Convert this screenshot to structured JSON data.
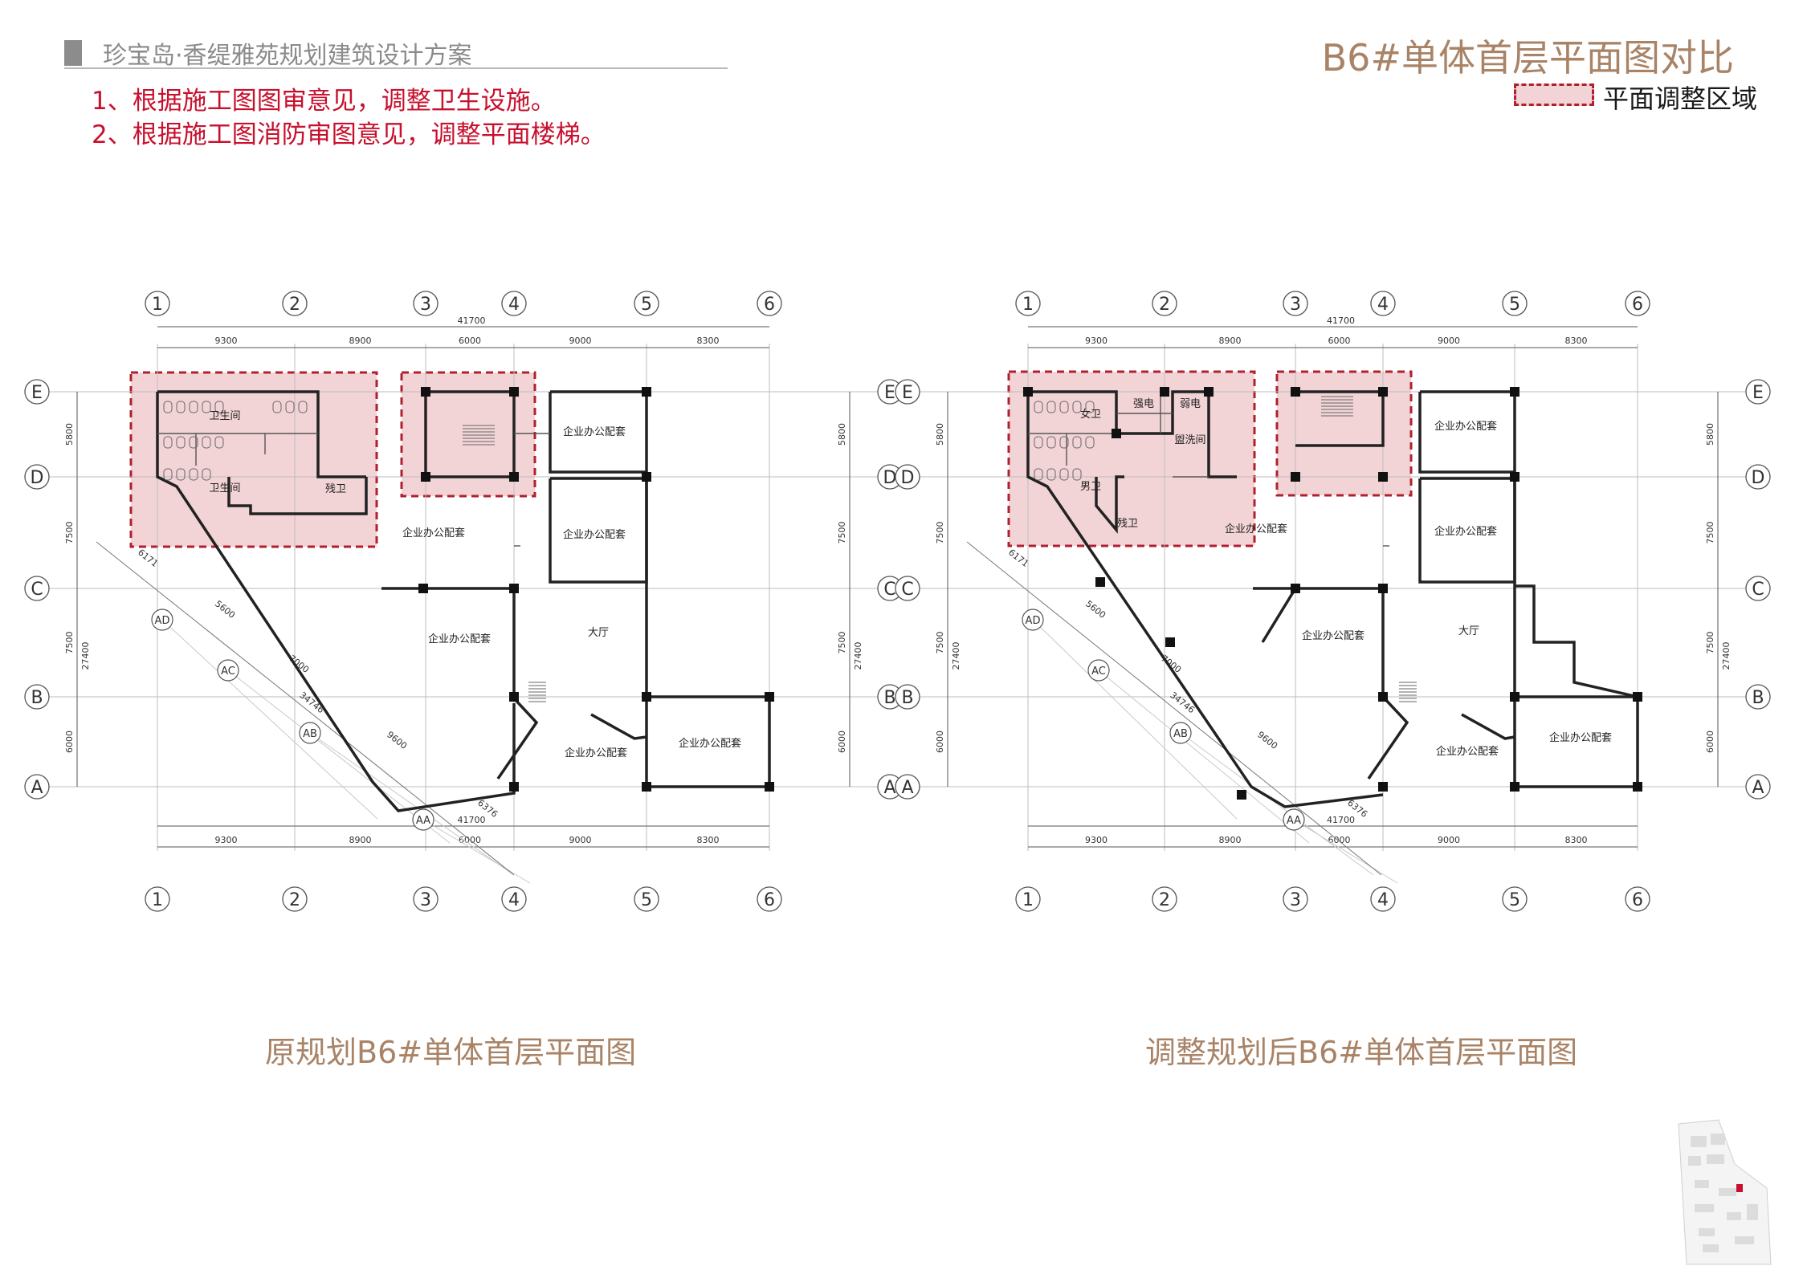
{
  "header": {
    "project_title": "珍宝岛·香缇雅苑规划建筑设计方案",
    "slide_title": "B6#单体首层平面图对比"
  },
  "notes": [
    "1、根据施工图图审意见，调整卫生设施。",
    "2、根据施工图消防审图意见，调整平面楼梯。"
  ],
  "legend": {
    "label": "平面调整区域"
  },
  "colors": {
    "accent": "#a98366",
    "note_red": "#c8102e",
    "adjust_fill": "#f3d4d6",
    "adjust_stroke": "#b0202e"
  },
  "plans": {
    "grid_columns": [
      "1",
      "2",
      "3",
      "4",
      "5",
      "6"
    ],
    "grid_rows": [
      "E",
      "D",
      "C",
      "B",
      "A"
    ],
    "diag_axes": [
      "AD",
      "AC",
      "AB",
      "AA"
    ],
    "col_spans": [
      "9300",
      "8900",
      "6000",
      "9000",
      "8300"
    ],
    "total_width": "41700",
    "row_spans": [
      "5800",
      "7500",
      "7500",
      "6000"
    ],
    "total_depth": "27400",
    "diag_dims": [
      "6171",
      "5600",
      "7000",
      "34746",
      "9600",
      "6376"
    ],
    "original": {
      "caption": "原规划B6#单体首层平面图",
      "rooms": [
        "卫生间",
        "卫生间",
        "残卫",
        "企业办公配套",
        "企业办公配套",
        "企业办公配套",
        "企业办公配套",
        "大厅",
        "企业办公配套",
        "企业办公配套"
      ]
    },
    "adjusted": {
      "caption": "调整规划后B6#单体首层平面图",
      "rooms": [
        "女卫",
        "男卫",
        "强电",
        "弱电",
        "盥洗间",
        "残卫",
        "企业办公配套",
        "企业办公配套",
        "企业办公配套",
        "企业办公配套",
        "大厅",
        "企业办公配套",
        "企业办公配套"
      ]
    }
  }
}
